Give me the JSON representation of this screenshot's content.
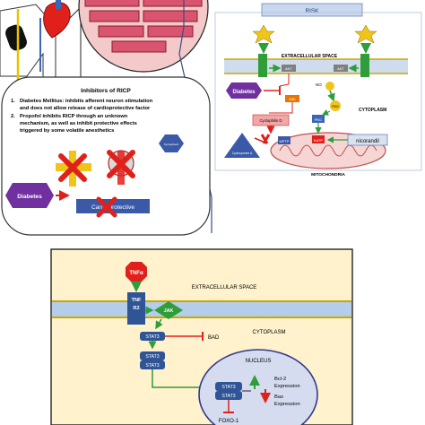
{
  "ricp_panel": {
    "title": "Inhibitors of RICP",
    "items": [
      {
        "number": "1.",
        "line1": "Diabetes Mellitus: inhibits afferent neuron stimulation",
        "line2": "and does not allow release of cardioprotective factor"
      },
      {
        "number": "2.",
        "line1": "Propofol inhibits RICP through an unknown",
        "line2": "mechanism, as well as inhibit protective effects",
        "line3": "triggered by some volatile anesthetics"
      }
    ],
    "sympathetic_label": "Sympathetic",
    "diabetes_label": "Diabetes",
    "cardioprotective_label": "Cardioprotective"
  },
  "risk_panel": {
    "title": "RISK",
    "extracellular": "EXTRACELLULAR SPACE",
    "cytoplasm": "CYTOPLASM",
    "mitochondria": "MITOCHONDRIA",
    "nitro_label": "NO",
    "diabetes_label": "Diabetes",
    "nicorandil_label": "nicorandil",
    "cyclophilin_label": "Cyclophilin D",
    "cyclosporine_label": "Cyclosporine A",
    "mptp_label": "MPTP",
    "katp_label": "KATP",
    "pkc_label": "PKC",
    "pkg_label": "PKG",
    "akt_label_1": "AKT",
    "akt_label_2": "AKT",
    "gsk_label": "GSK"
  },
  "jak_panel": {
    "extracellular": "EXTRACELLULAR  SPACE",
    "cytoplasm": "CYTOPLASM",
    "nucleus": "NUCLEUS",
    "tnf_label": "TNFα",
    "tnfr2_line1": "TNF",
    "tnfr2_line2": "R2",
    "jak_label": "JAK",
    "stat3_single": "STAT3",
    "stat3_dimer_top": "STAT3",
    "stat3_dimer_bottom": "STAT3",
    "bad_label": "BAD",
    "nuc_stat3_top": "STAT3",
    "nuc_stat3_bottom": "STAT3",
    "bcl2_line1": "Bcl-2",
    "bcl2_line2": "Expression",
    "bax_line1": "Bax",
    "bax_line2": "Expression",
    "foxo_label": "FOXO-1"
  },
  "colors": {
    "purple": "#7030a0",
    "jak_green": "#2e9d3a",
    "stat_blue": "#2f5597",
    "cyto_yellow": "#fff2cc",
    "membrane_blue": "#bdd7ee",
    "red": "#e0201b",
    "olive": "#7f7f00"
  }
}
